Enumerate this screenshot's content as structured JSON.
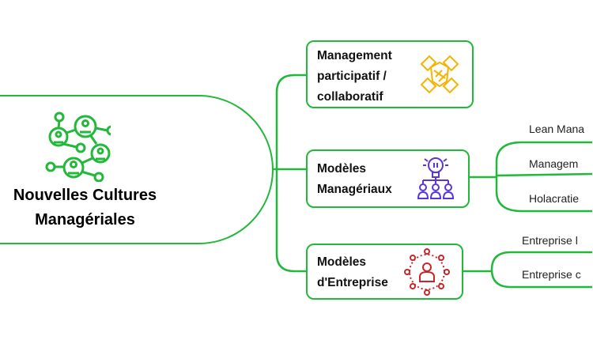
{
  "colors": {
    "line": "#22b83a",
    "icon_central": "#22b83a",
    "icon_participatif": "#f5b400",
    "icon_manageriaux": "#5b35d5",
    "icon_entreprise": "#c8262b"
  },
  "central": {
    "line1": "Nouvelles Cultures",
    "line2": "Managériales",
    "icon": "network-people-icon"
  },
  "branches": [
    {
      "lines": [
        "Management",
        "participatif /",
        "collaboratif"
      ],
      "icon": "hands-together-icon"
    },
    {
      "lines": [
        "Modèles",
        "Managériaux"
      ],
      "icon": "idea-team-icon",
      "children": [
        "Lean Mana",
        "Managem",
        "Holacratie"
      ]
    },
    {
      "lines": [
        "Modèles",
        "d'Entreprise"
      ],
      "icon": "person-network-icon",
      "children": [
        "Entreprise l",
        "Entreprise c"
      ]
    }
  ]
}
